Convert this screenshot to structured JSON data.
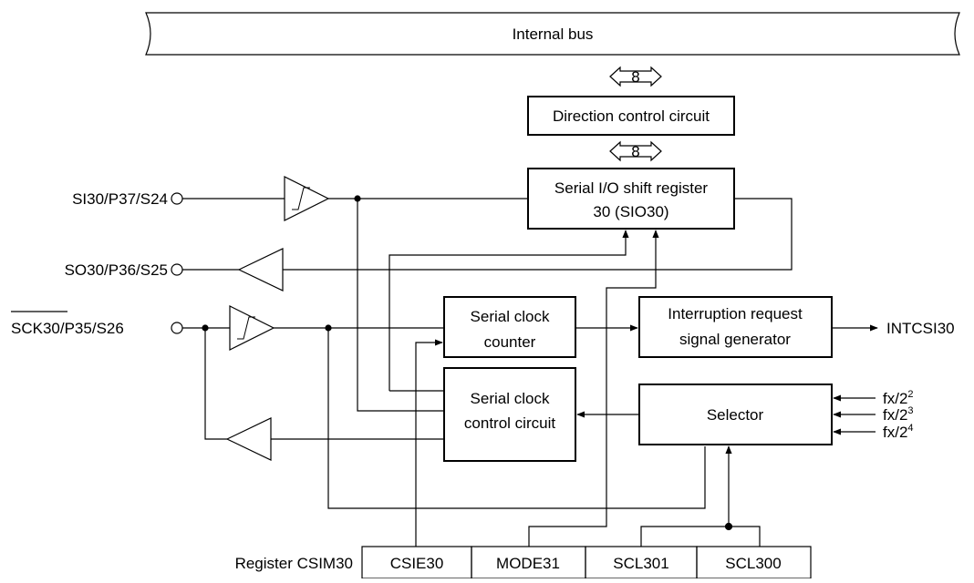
{
  "bus": {
    "label": "Internal bus",
    "width_top": "8",
    "width_bottom": "8"
  },
  "blocks": {
    "direction": "Direction control circuit",
    "sio_line1": "Serial I/O shift register",
    "sio_line2": "30 (SIO30)",
    "counter_line1": "Serial clock",
    "counter_line2": "counter",
    "irq_line1": "Interruption request",
    "irq_line2": "signal generator",
    "ctrl_line1": "Serial clock",
    "ctrl_line2": "control circuit",
    "selector": "Selector"
  },
  "pins": {
    "si_label": "SI30/P37/S24",
    "so_label": "SO30/P36/S25",
    "sck_overbar": "SCK30",
    "sck_rest": "/P35/S26",
    "intcsi": "INTCSI30"
  },
  "clocks": [
    {
      "base": "fx/2",
      "exp": "2"
    },
    {
      "base": "fx/2",
      "exp": "3"
    },
    {
      "base": "fx/2",
      "exp": "4"
    }
  ],
  "register": {
    "label": "Register CSIM30",
    "cells": [
      "CSIE30",
      "MODE31",
      "SCL301",
      "SCL300"
    ]
  }
}
